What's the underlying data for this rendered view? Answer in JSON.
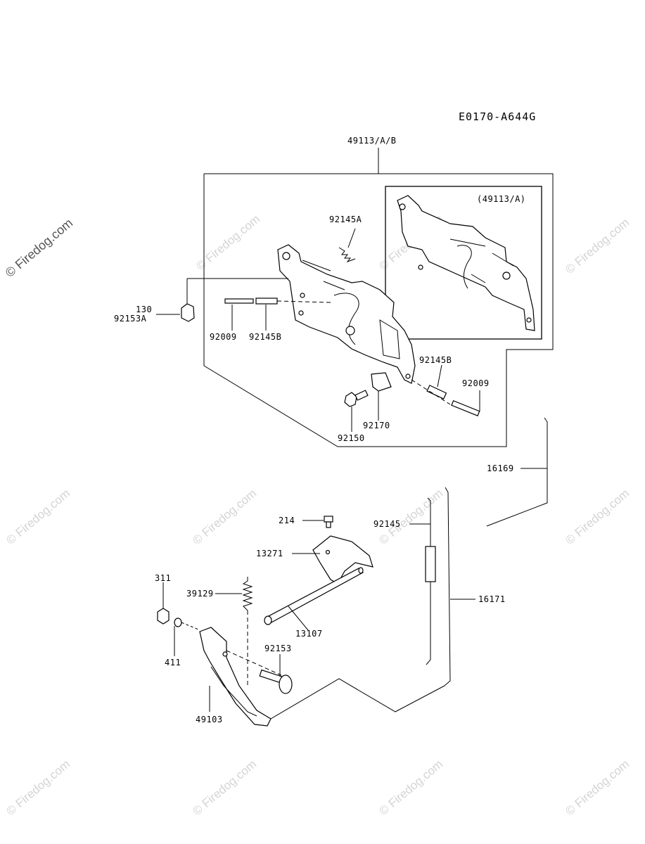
{
  "diagram": {
    "code": "E0170-A644G",
    "inset_label": "(49113/A)",
    "watermark": "© Firedog.com",
    "labels": {
      "assembly": "49113/A/B",
      "p92145A": "92145A",
      "p130": "130",
      "p92153A": "92153A",
      "p92009_left": "92009",
      "p92145B_left": "92145B",
      "p92145B_right": "92145B",
      "p92009_right": "92009",
      "p92170": "92170",
      "p92150": "92150",
      "p16169": "16169",
      "p214": "214",
      "p92145": "92145",
      "p13271": "13271",
      "p311": "311",
      "p39129": "39129",
      "p16171": "16171",
      "p13107": "13107",
      "p92153": "92153",
      "p411": "411",
      "p49103": "49103"
    }
  }
}
